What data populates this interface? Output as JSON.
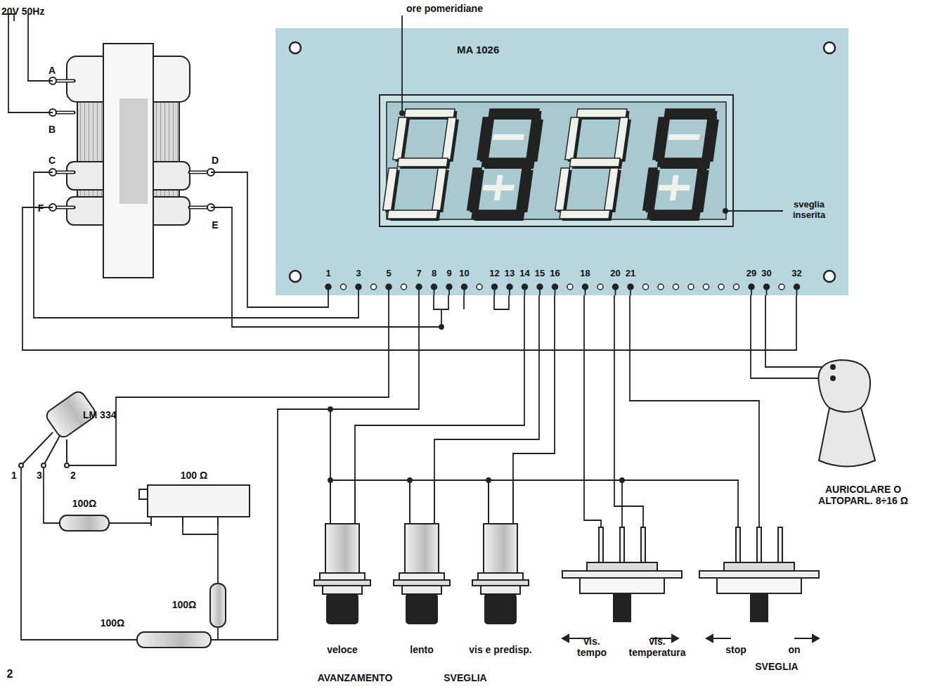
{
  "diagram": {
    "nodes": [
      {
        "text": [
          "MA 1026"
        ]
      }
    ],
    "labels": [
      "20V 50Hz",
      "ore pomeridiane",
      "A",
      "B",
      "C",
      "D",
      "E",
      "F",
      "sveglia inserita",
      "1",
      "3",
      "5",
      "7",
      "8",
      "9",
      "10",
      "12",
      "13",
      "14",
      "15",
      "16",
      "18",
      "20",
      "21",
      "29",
      "30",
      "32",
      "LM 334",
      "1",
      "3",
      "2",
      "100 Ω",
      "100Ω",
      "100Ω",
      "100Ω",
      "AURICOLARE O ALTOPARL. 8÷16 Ω",
      "veloce",
      "lento",
      "vis e predisp.",
      "vis. tempo",
      "vis. temperatura",
      "stop",
      "on",
      "AVANZAMENTO",
      "SVEGLIA",
      "SVEGLIA",
      "2"
    ]
  }
}
